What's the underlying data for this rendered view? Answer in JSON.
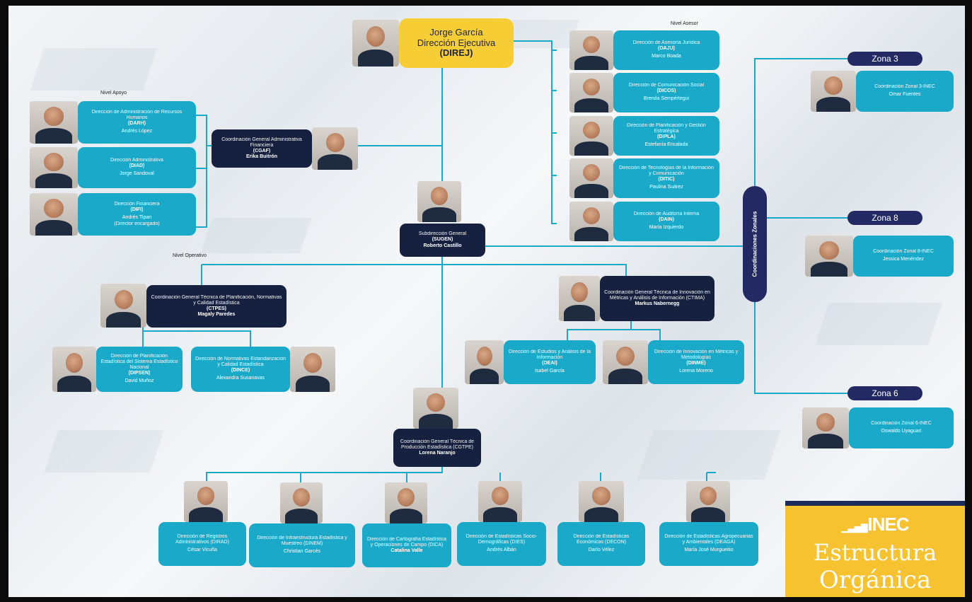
{
  "brand": {
    "logo": "INEC",
    "title1": "Estructura",
    "title2": "Orgánica"
  },
  "levels": {
    "asesor": "Nivel Asesor",
    "apoyo": "Nivel Apoyo",
    "operativo": "Nivel Operativo"
  },
  "zonal_label": "Coordinaciones Zonales",
  "zones": {
    "z3": "Zona 3",
    "z8": "Zona 8",
    "z6": "Zona 6"
  },
  "direj": {
    "name": "Jorge García",
    "title": "Dirección Ejecutiva",
    "code": "(DIREJ)"
  },
  "asesor": [
    {
      "title": "Dirección de Asesoría Jurídica",
      "code": "(DAJU)",
      "name": "Marco Boada"
    },
    {
      "title": "Dirección de Comunicación Social",
      "code": "(DICOS)",
      "name": "Brenda Sempértegui"
    },
    {
      "title": "Dirección de Planificación y Gestión Estratégica",
      "code": "(DIPLA)",
      "name": "Estefanía Encalada"
    },
    {
      "title": "Dirección de Tecnologías de la Información y Comunicación",
      "code": "(DITIC)",
      "name": "Paulina Suárez"
    },
    {
      "title": "Dirección de Auditoría Interna",
      "code": "(DAIN)",
      "name": "María Izquierdo"
    }
  ],
  "apoyo": [
    {
      "title": "Dirección de Administración de Recursos Humanos",
      "code": "(DARH)",
      "name": "Andrés López"
    },
    {
      "title": "Dirección Administrativa",
      "code": "(DIAD)",
      "name": "Jorge Sandoval"
    },
    {
      "title": "Dirección Financiera",
      "code": "(DIFI)",
      "name": "Andrés Tipan",
      "note": "(Director encargado)"
    }
  ],
  "cgaf": {
    "title": "Coordinación General Administrativa Financiera",
    "code": "(CGAF)",
    "name": "Erika Buitrón"
  },
  "sugen": {
    "title": "Subdirección General",
    "code": "(SUGEN)",
    "name": "Roberto Castillo"
  },
  "ctpes": {
    "title": "Coordinación General Técnica de Planificación, Normativas y Calidad Estadística",
    "code": "(CTPES)",
    "name": "Magaly Paredes"
  },
  "dipsen": {
    "title": "Dirección de Planificación Estadística del Sistema Estadístico Nacional",
    "code": "(DIPSEN)",
    "name": "David Muñoz"
  },
  "dince": {
    "title": "Dirección de Normativas Estandarización y Calidad Estadística",
    "code": "(DINCE)",
    "name": "Alexandra Susanavas"
  },
  "ctima": {
    "title": "Coordinación General Técnica de Innovación en Métricas y Análisis de Información (CTIMA)",
    "name": "Markus Nabernegg"
  },
  "deai": {
    "title": "Dirección de Estudios y Análisis de la Información",
    "code": "(DEAI)",
    "name": "Isabel García"
  },
  "dinme": {
    "title": "Dirección de Innovación en Métricas y Metodologías",
    "code": "(DINME)",
    "name": "Lorena Moreno"
  },
  "cgtpe": {
    "title": "Coordinación General Técnica de Producción Estadística (CGTPE)",
    "name": "Lorena Naranjo"
  },
  "prod": [
    {
      "title": "Dirección de Registros Administrativos (DIRAD)",
      "name": "César Vicuña"
    },
    {
      "title": "Dirección de Infraestructura Estadística y Muestreo (DINEM)",
      "name": "Christian Garcés"
    },
    {
      "title": "Dirección de Cartografía Estadística y Operaciones de Campo (DICA)",
      "name": "Catalina Valle"
    },
    {
      "title": "Dirección de Estadísticas Socio-Demográficas (DIES)",
      "name": "Andrés Albán"
    },
    {
      "title": "Dirección de Estadísticas Económicas (DECON)",
      "name": "Darío Vélez"
    },
    {
      "title": "Dirección de Estadísticas Agropecuarias y Ambientales (DEAGA)",
      "name": "María José Murgueitio"
    }
  ],
  "zonal": [
    {
      "title": "Coordinación Zonal 3-INEC",
      "name": "Omar Fuentes"
    },
    {
      "title": "Coordinación Zonal 8-INEC",
      "name": "Jessica Menéndez"
    },
    {
      "title": "Coordinación Zonal 6-INEC",
      "name": "Oswaldo Uyaguari"
    }
  ],
  "colors": {
    "teal": "#1ba9c9",
    "navy": "#16213f",
    "yellow": "#f7cd35",
    "zone": "#232a63"
  }
}
